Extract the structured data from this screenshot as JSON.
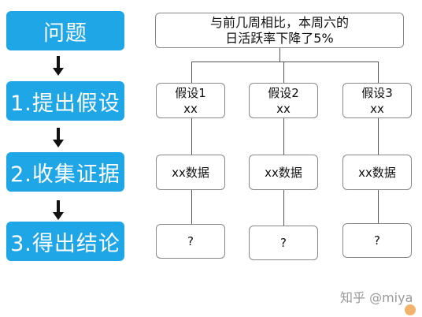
{
  "steps": [
    "问题",
    "1.提出假设",
    "2.收集证据",
    "3.得出结论"
  ],
  "problem": {
    "line1": "与前几周相比，本周六的",
    "line2": "日活跃率下降了5%"
  },
  "hypotheses": [
    {
      "label": "假设1",
      "sub": "xx"
    },
    {
      "label": "假设2",
      "sub": "xx"
    },
    {
      "label": "假设3",
      "sub": "xx"
    }
  ],
  "evidence": [
    "xx数据",
    "xx数据",
    "xx数据"
  ],
  "conclusions": [
    "?",
    "?",
    "?"
  ],
  "watermark": "知乎 @miya",
  "colors": {
    "step_bg": "#1ea6e6",
    "step_text": "#ffffff",
    "line": "#555555",
    "border": "#888888"
  }
}
